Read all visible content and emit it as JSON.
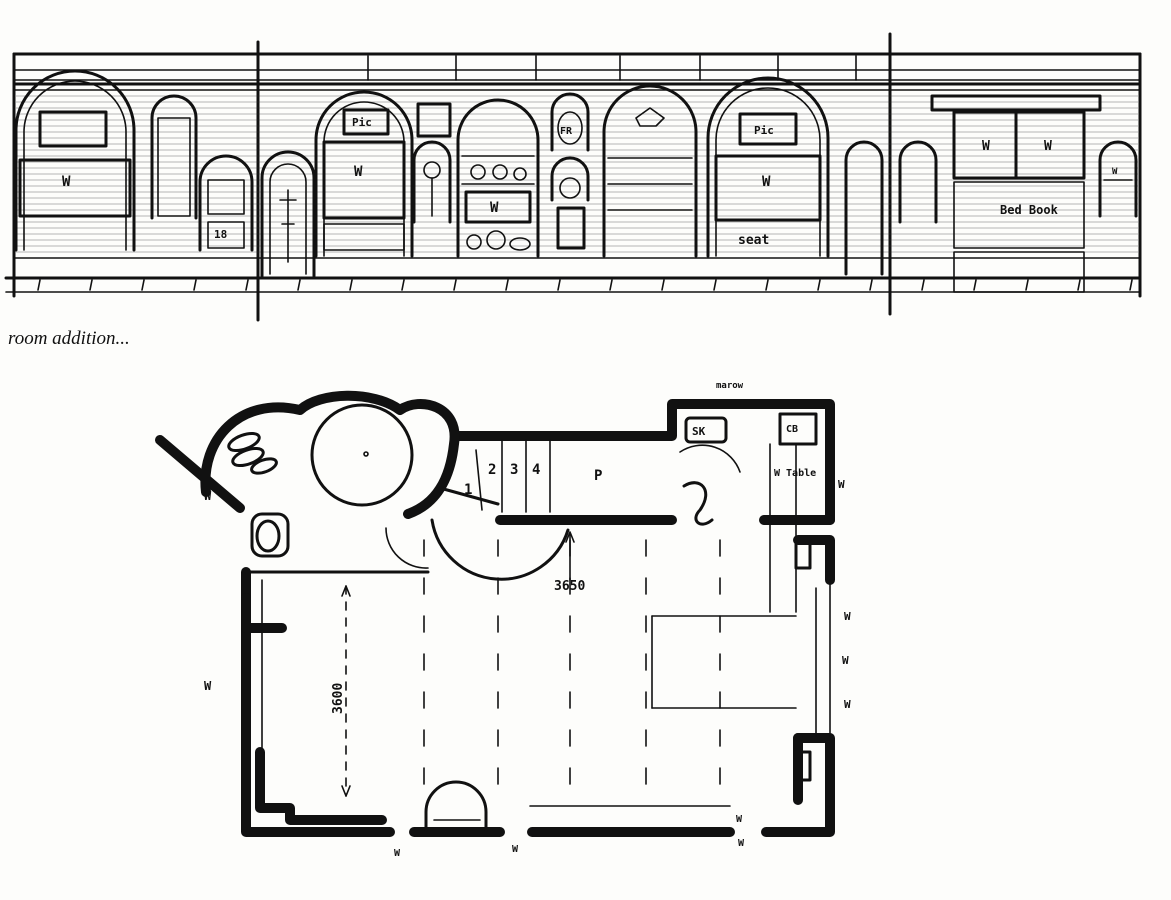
{
  "caption": "room addition...",
  "elevation": {
    "window_marks": [
      "W",
      "W",
      "W",
      "W",
      "W",
      "W",
      "W"
    ],
    "labels": {
      "pic1": "Pic",
      "pic2": "Pic",
      "fr": "FR",
      "seat": "seat",
      "bed_book": "Bed Book",
      "num": "18"
    }
  },
  "plan": {
    "labels": {
      "stair_numbers": [
        "1",
        "2",
        "3",
        "4"
      ],
      "pantry": "P",
      "sink": "SK",
      "cupboard": "CB",
      "table": "W Table",
      "dim_width": "3650",
      "dim_depth": "3600",
      "marker_top": "marow",
      "window_marks_left": [
        "W",
        "W"
      ],
      "window_marks_right": [
        "W",
        "W",
        "W",
        "W"
      ],
      "window_marks_bottom": [
        "W",
        "W",
        "W",
        "W"
      ]
    }
  }
}
